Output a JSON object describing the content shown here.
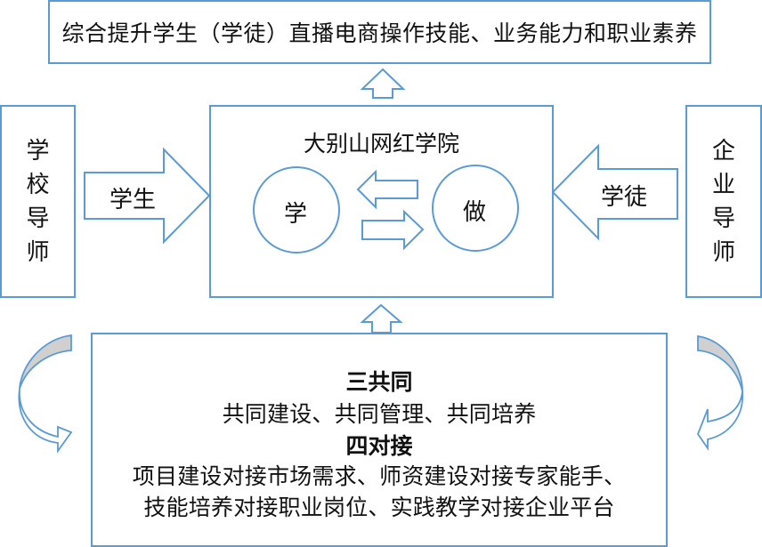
{
  "colors": {
    "border": "#5b9bd5",
    "curved_arrow_fill": "#d0d0d0",
    "text": "#111111",
    "background": "#ffffff"
  },
  "top_box": {
    "text": "综合提升学生（学徒）直播电商操作技能、业务能力和职业素养"
  },
  "left_box": {
    "chars": [
      "学",
      "校",
      "导",
      "师"
    ]
  },
  "right_box": {
    "chars": [
      "企",
      "业",
      "导",
      "师"
    ]
  },
  "left_arrow": {
    "label": "学生",
    "direction": "right"
  },
  "right_arrow": {
    "label": "学徒",
    "direction": "left"
  },
  "center_box": {
    "title": "大别山网红学院",
    "circle_left": "学",
    "circle_right": "做",
    "exchange_arrows": [
      "left",
      "right"
    ]
  },
  "up_arrows": [
    "center-to-top",
    "bottom-to-center"
  ],
  "bottom_box": {
    "heading1": "三共同",
    "line1": "共同建设、共同管理、共同培养",
    "heading2": "四对接",
    "line2": "项目建设对接市场需求、师资建设对接专家能手、",
    "line3": "技能培养对接职业岗位、实践教学对接企业平台"
  },
  "curved_arrows": [
    "left-curve-down-right",
    "right-curve-down-left"
  ]
}
